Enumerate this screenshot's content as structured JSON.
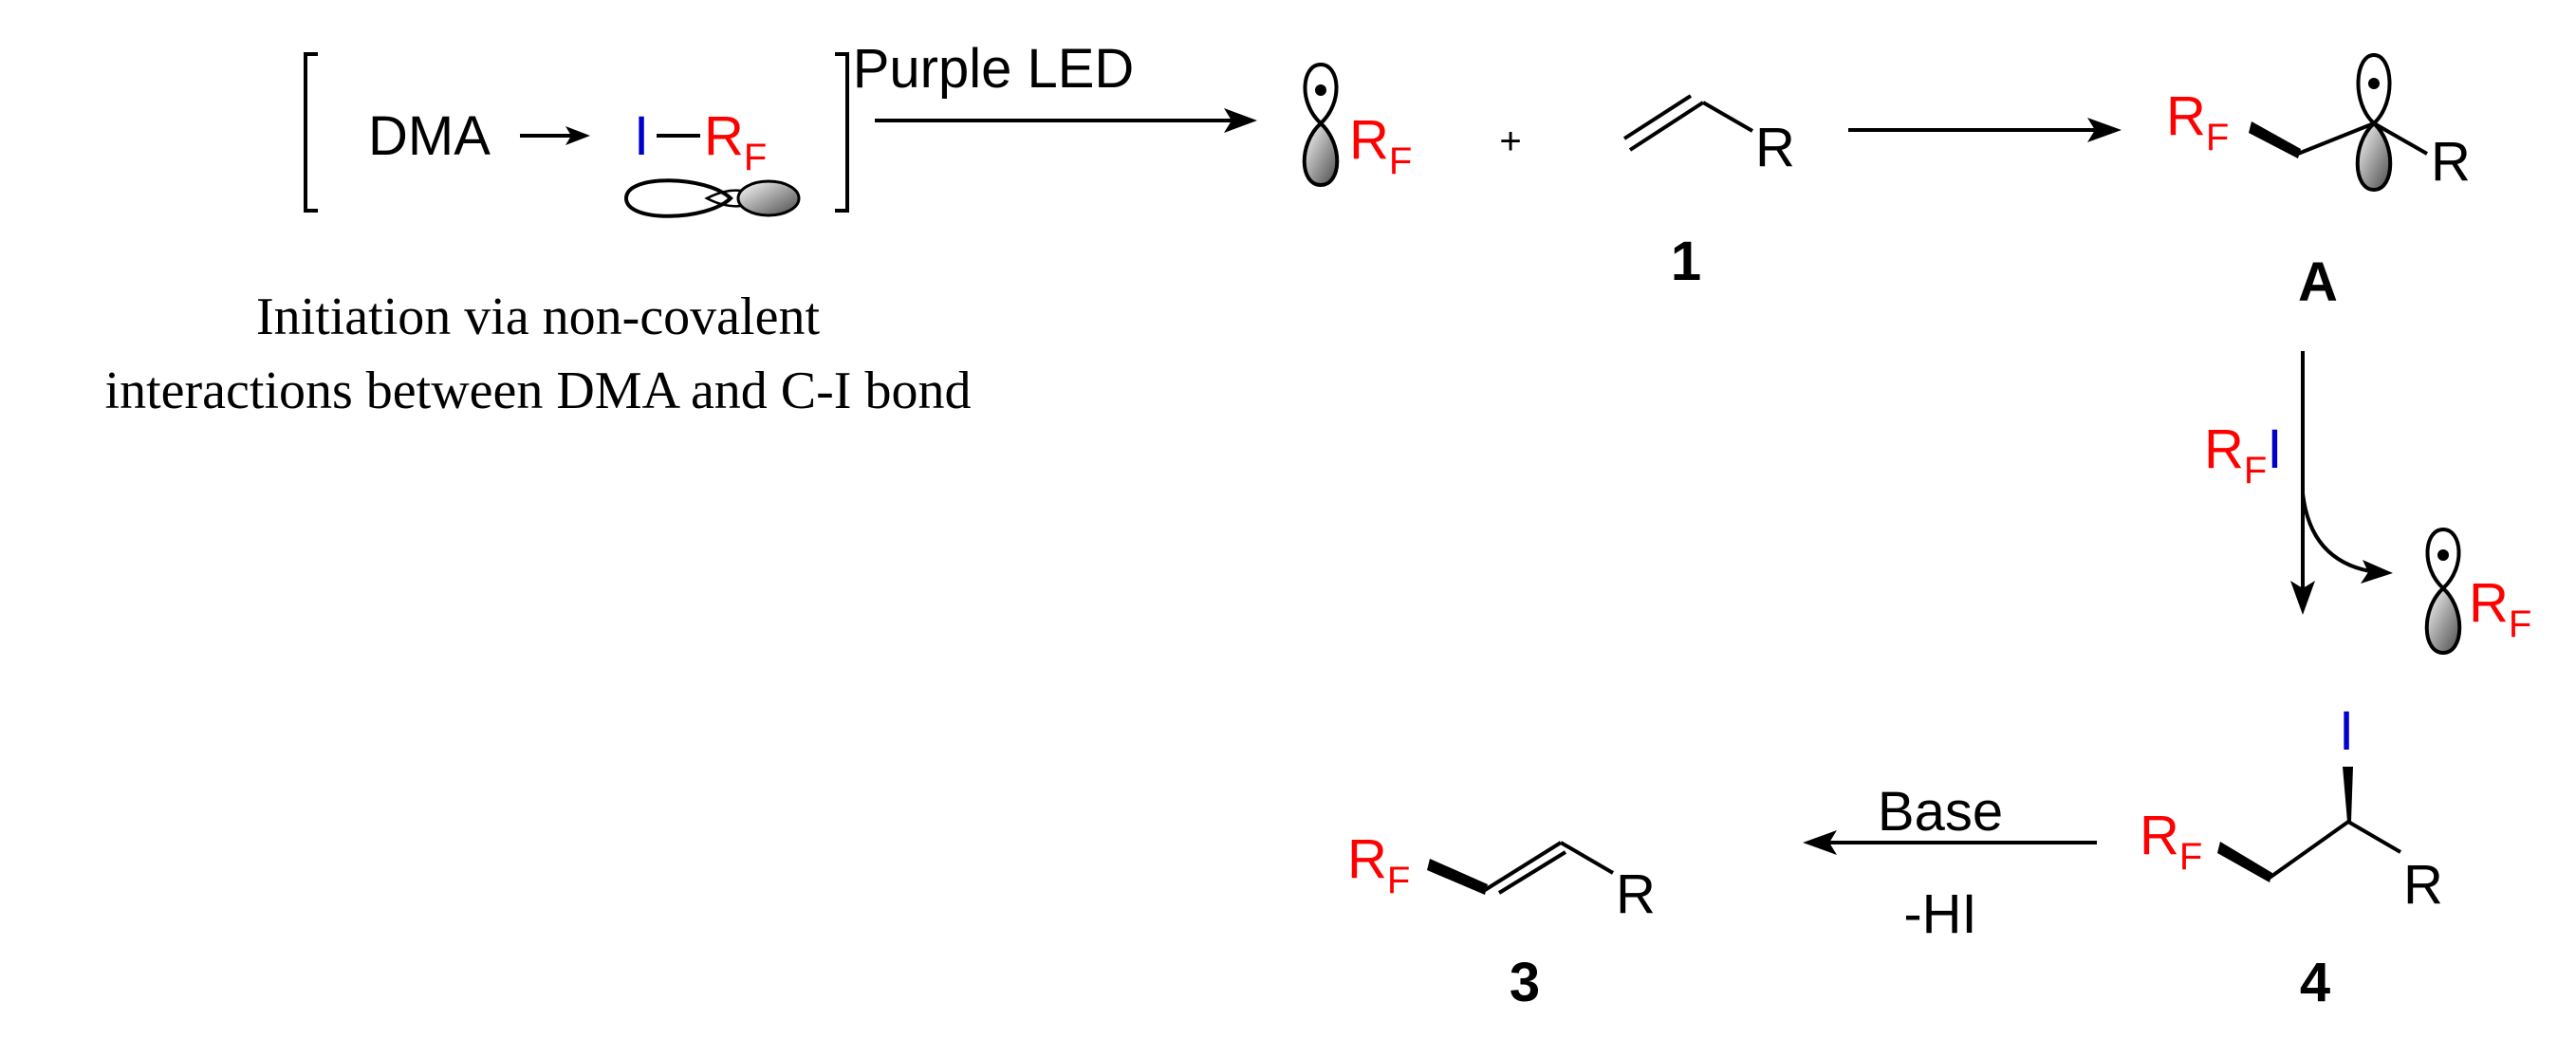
{
  "colors": {
    "rf": "#ff0000",
    "iodine": "#0000cc",
    "ink": "#000000"
  },
  "initiation": {
    "dma": "DMA",
    "iodine": "I",
    "rf_main": "R",
    "rf_sub": "F",
    "caption_line1": "Initiation via non-covalent",
    "caption_line2": "interactions between DMA and C-I bond"
  },
  "arrows": {
    "light_label": "Purple LED",
    "rfi_main": "R",
    "rfi_sub": "F",
    "rfi_iodine": "I",
    "base_label": "Base",
    "elim_label": "-HI"
  },
  "radical": {
    "main": "R",
    "sub": "F"
  },
  "plus": "+",
  "alkene": {
    "r": "R",
    "number": "1"
  },
  "intermediate": {
    "rf_main": "R",
    "rf_sub": "F",
    "r": "R",
    "label": "A"
  },
  "regen_radical": {
    "main": "R",
    "sub": "F"
  },
  "iodide": {
    "iodine": "I",
    "rf_main": "R",
    "rf_sub": "F",
    "r": "R",
    "number": "4"
  },
  "product": {
    "rf_main": "R",
    "rf_sub": "F",
    "r": "R",
    "number": "3"
  },
  "icons": [
    "p-orbital-icon",
    "sigma-star-orbital-icon",
    "arrow-icon",
    "curved-arrow-icon"
  ]
}
